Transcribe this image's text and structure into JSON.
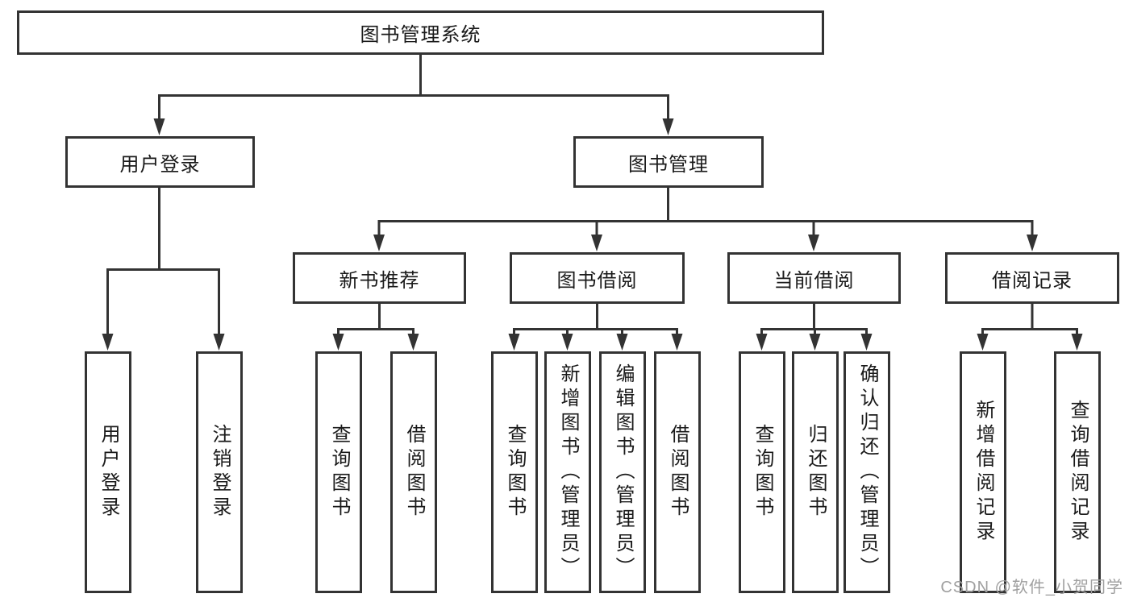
{
  "colors": {
    "line": "#333333",
    "text": "#1a1a1a",
    "bg": "#ffffff",
    "watermark": "#a0a0a0"
  },
  "watermark": "CSDN @软件_小贺同学",
  "nodes": {
    "root": "图书管理系统",
    "level2": {
      "user_login": "用户登录",
      "book_management": "图书管理"
    },
    "level3": {
      "new_book_recommend": "新书推荐",
      "book_borrow": "图书借阅",
      "current_borrow": "当前借阅",
      "borrow_record": "借阅记录"
    },
    "leaves": {
      "user_login": "用户登录",
      "logout": "注销登录",
      "nb_query_book": "查询图书",
      "nb_borrow_book": "借阅图书",
      "bb_query_book": "查询图书",
      "bb_add_book": "新增图书（管理员）",
      "bb_edit_book": "编辑图书（管理员）",
      "bb_borrow_book": "借阅图书",
      "cb_query_book": "查询图书",
      "cb_return_book": "归还图书",
      "cb_confirm_return": "确认归还（管理员）",
      "br_add_record": "新增借阅记录",
      "br_query_record": "查询借阅记录"
    }
  },
  "tree": {
    "图书管理系统": {
      "用户登录": [
        "用户登录",
        "注销登录"
      ],
      "图书管理": {
        "新书推荐": [
          "查询图书",
          "借阅图书"
        ],
        "图书借阅": [
          "查询图书",
          "新增图书（管理员）",
          "编辑图书（管理员）",
          "借阅图书"
        ],
        "当前借阅": [
          "查询图书",
          "归还图书",
          "确认归还（管理员）"
        ],
        "借阅记录": [
          "新增借阅记录",
          "查询借阅记录"
        ]
      }
    }
  }
}
